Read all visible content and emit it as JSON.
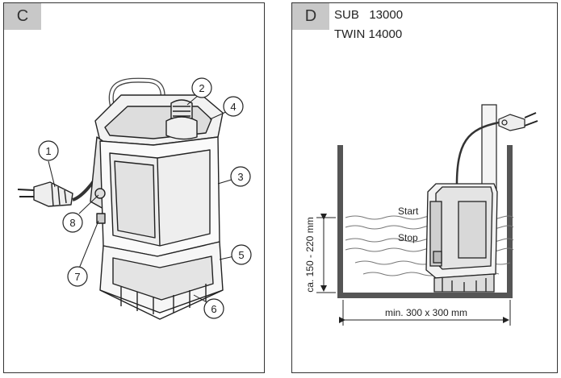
{
  "panel_c": {
    "label": "C",
    "callouts": [
      "1",
      "2",
      "3",
      "4",
      "5",
      "6",
      "7",
      "8"
    ]
  },
  "panel_d": {
    "label": "D",
    "model_lines": [
      "SUB   13000",
      "TWIN 14000"
    ],
    "level_start": "Start",
    "level_stop": "Stop",
    "height_range": "ca. 150 - 220 mm",
    "min_area": "min. 300 x 300 mm"
  }
}
